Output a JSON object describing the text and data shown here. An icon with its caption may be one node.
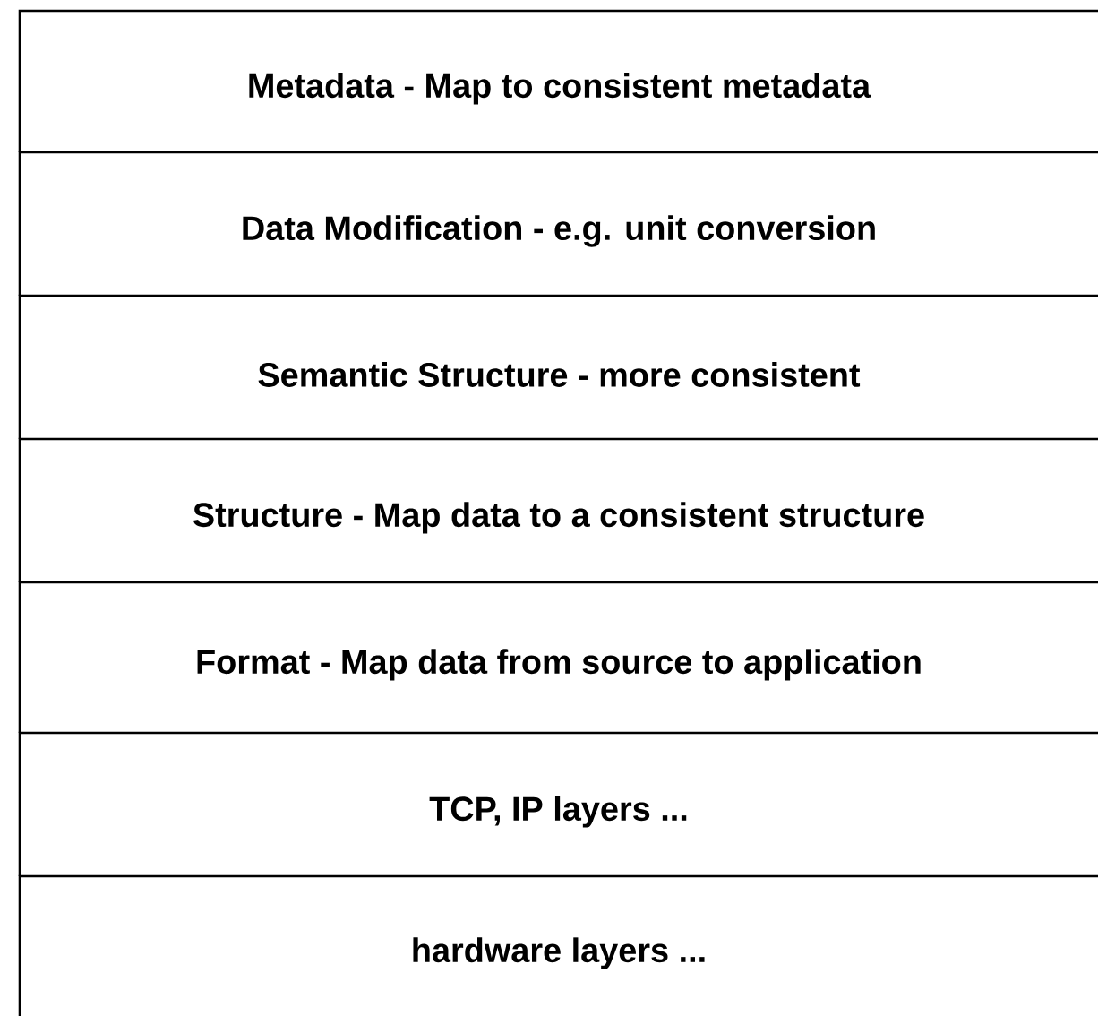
{
  "diagram": {
    "nodes": [
      {
        "text": [
          "Metadata - Map to consistent metadata"
        ]
      },
      {
        "text": [
          "Data Modification - e.g. unit conversion"
        ]
      },
      {
        "text": [
          "Semantic Structure - more consistent"
        ]
      },
      {
        "text": [
          "Structure - Map data to a consistent structure"
        ]
      },
      {
        "text": [
          "Format - Map data from source to application"
        ]
      },
      {
        "text": [
          "TCP, IP layers ..."
        ]
      },
      {
        "text": [
          "hardware layers ..."
        ]
      }
    ]
  }
}
